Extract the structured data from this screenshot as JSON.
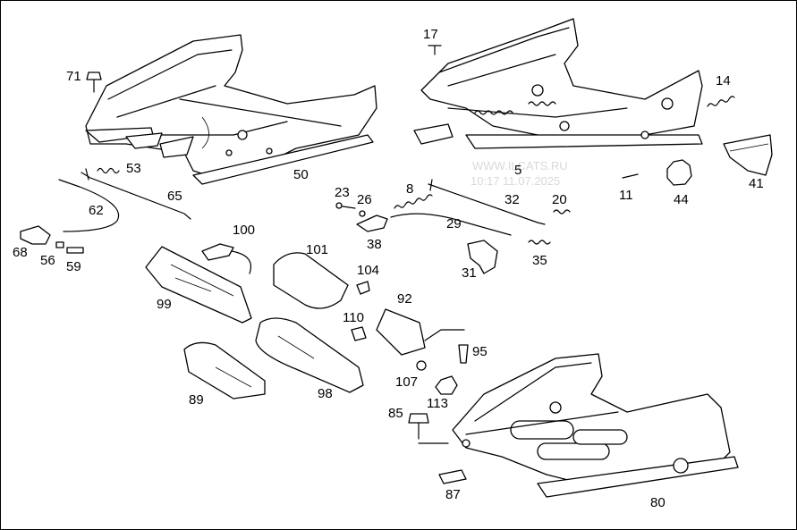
{
  "watermark": {
    "line1": "WWW.ILCATS.RU",
    "line2": "10:17 11.07.2025"
  },
  "callouts": {
    "c71": "71",
    "c50": "50",
    "c53": "53",
    "c65": "65",
    "c62": "62",
    "c68": "68",
    "c56": "56",
    "c59": "59",
    "c17": "17",
    "c5": "5",
    "c14": "14",
    "c41": "41",
    "c44": "44",
    "c11": "11",
    "c23": "23",
    "c26": "26",
    "c8": "8",
    "c32": "32",
    "c20": "20",
    "c29": "29",
    "c38": "38",
    "c35": "35",
    "c31": "31",
    "c100": "100",
    "c101": "101",
    "c104": "104",
    "c99": "99",
    "c92": "92",
    "c110": "110",
    "c95": "95",
    "c107": "107",
    "c113": "113",
    "c98": "98",
    "c89": "89",
    "c85": "85",
    "c87": "87",
    "c80": "80"
  }
}
